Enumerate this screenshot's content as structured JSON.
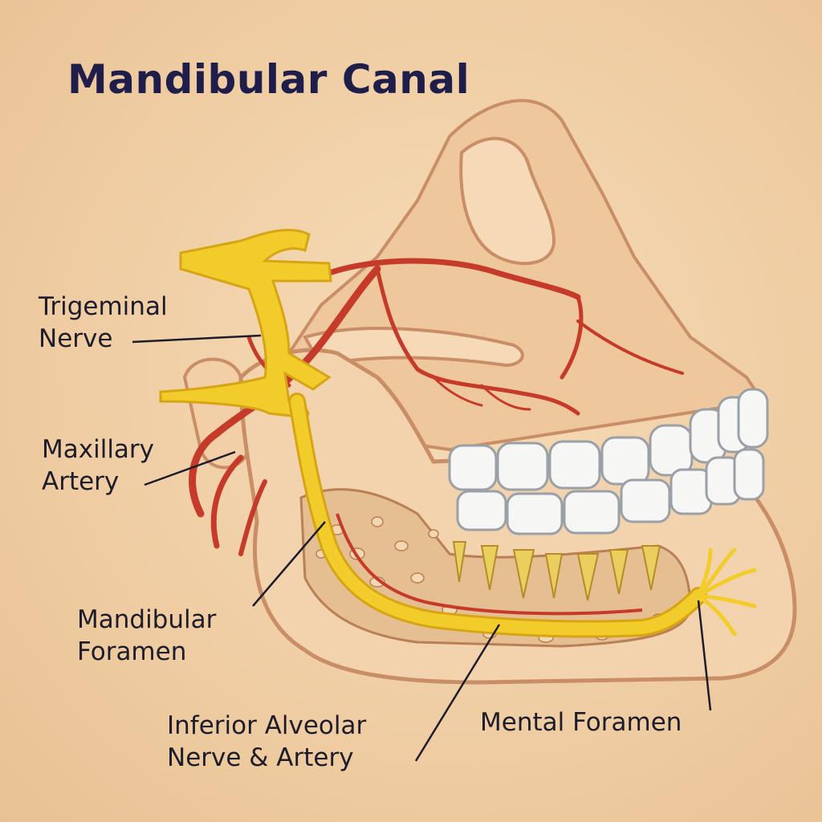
{
  "title": "Mandibular Canal",
  "labels": {
    "trigeminal": {
      "line1": "Trigeminal",
      "line2": "Nerve"
    },
    "maxillary": {
      "line1": "Maxillary",
      "line2": "Artery"
    },
    "mandibular_foramen": {
      "line1": "Mandibular",
      "line2": "Foramen"
    },
    "inferior_alveolar": {
      "line1": "Inferior Alveolar",
      "line2": "Nerve & Artery"
    },
    "mental_foramen": {
      "line1": "Mental Foramen"
    }
  },
  "colors": {
    "background": "#f0cfa6",
    "bone": "#f3d3ad",
    "bone_outline": "#c98e66",
    "nerve": "#f2cc2a",
    "artery": "#c63a2a",
    "teeth": "#f6f6f4",
    "title": "#1f1d4a"
  }
}
